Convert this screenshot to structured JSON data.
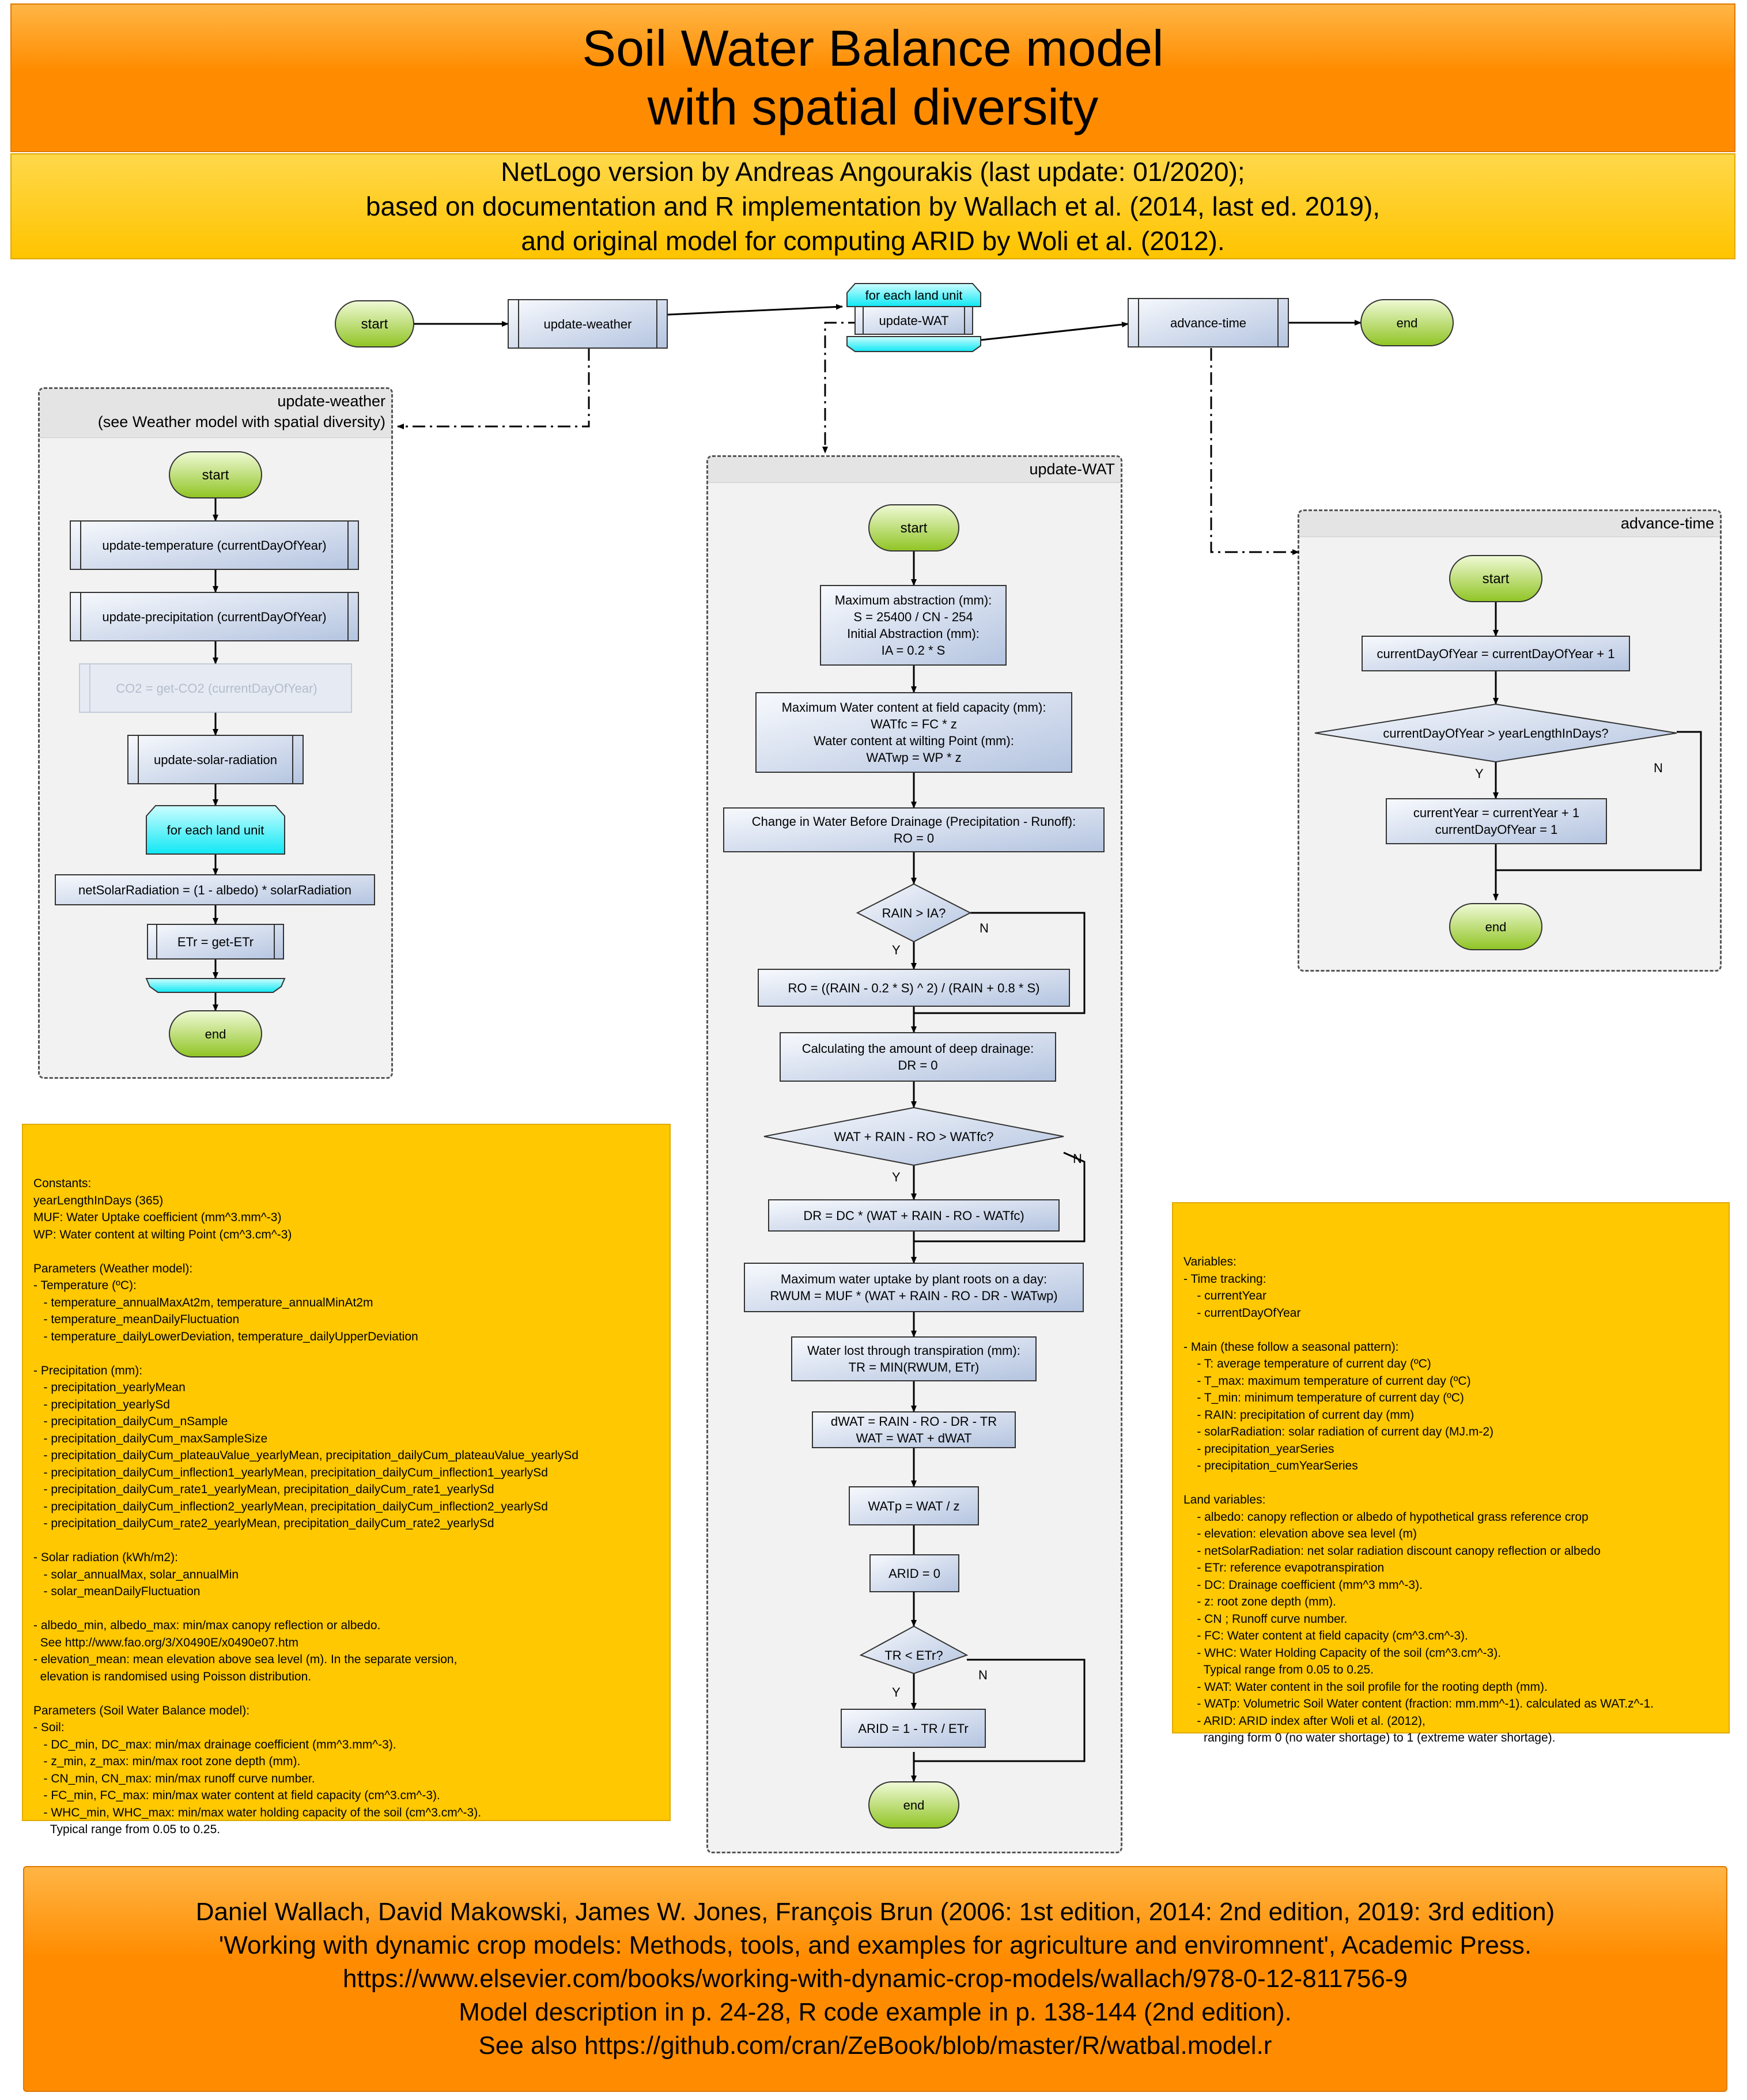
{
  "header": {
    "title_line1": "Soil Water Balance model",
    "title_line2": "with spatial diversity",
    "sub_line1": "NetLogo version by Andreas Angourakis (last update: 01/2020);",
    "sub_line2": "based on documentation and R implementation by Wallach et al. (2014, last ed. 2019),",
    "sub_line3": "and original model for computing ARID by Woli et al. (2012)."
  },
  "main_flow": {
    "start": "start",
    "update_weather": "update-weather",
    "loop_label": "for each land unit",
    "update_wat": "update-WAT",
    "advance_time": "advance-time",
    "end": "end"
  },
  "weather_panel": {
    "title_line1": "update-weather",
    "title_line2": "(see Weather model with spatial diversity)",
    "start": "start",
    "update_temperature": "update-temperature (currentDayOfYear)",
    "update_precipitation": "update-precipitation (currentDayOfYear)",
    "co2": "CO2 = get-CO2 (currentDayOfYear)",
    "update_solar": "update-solar-radiation",
    "loop_label": "for each land unit",
    "net_solar": "netSolarRadiation = (1 - albedo) * solarRadiation",
    "etr": "ETr = get-ETr",
    "end": "end"
  },
  "wat_panel": {
    "title": "update-WAT",
    "start": "start",
    "step1": [
      "Maximum abstraction (mm):",
      "S = 25400 / CN - 254",
      "Initial Abstraction (mm):",
      "IA = 0.2 * S"
    ],
    "step2": [
      "Maximum Water content at field capacity (mm):",
      "WATfc = FC * z",
      "Water content at wilting Point (mm):",
      "WATwp = WP * z"
    ],
    "step3": [
      "Change in Water Before Drainage (Precipitation - Runoff):",
      "RO = 0"
    ],
    "cond1": "RAIN > IA?",
    "step4": "RO = ((RAIN - 0.2 * S) ^ 2) / (RAIN + 0.8 * S)",
    "step5": [
      "Calculating the amount of deep drainage:",
      "DR = 0"
    ],
    "cond2": "WAT + RAIN - RO > WATfc?",
    "step6": "DR = DC * (WAT + RAIN - RO - WATfc)",
    "step7": [
      "Maximum water uptake by plant roots on a day:",
      "RWUM = MUF * (WAT + RAIN - RO - DR - WATwp)"
    ],
    "step8": [
      "Water lost through transpiration (mm):",
      "TR = MIN(RWUM, ETr)"
    ],
    "step9": [
      "dWAT = RAIN - RO - DR - TR",
      "WAT = WAT + dWAT"
    ],
    "step10": "WATp = WAT / z",
    "step11": "ARID = 0",
    "cond3": "TR < ETr?",
    "step12": "ARID = 1 - TR / ETr",
    "end": "end",
    "yes": "Y",
    "no": "N"
  },
  "time_panel": {
    "title": "advance-time",
    "start": "start",
    "step1": "currentDayOfYear = currentDayOfYear + 1",
    "cond": "currentDayOfYear > yearLengthInDays?",
    "step2": [
      "currentYear = currentYear + 1",
      "currentDayOfYear = 1"
    ],
    "end": "end",
    "yes": "Y",
    "no": "N"
  },
  "constants_note": [
    "Constants:",
    "yearLengthInDays (365)",
    "MUF: Water Uptake coefficient (mm^3.mm^-3)",
    "WP: Water content at wilting Point (cm^3.cm^-3)",
    "",
    "Parameters (Weather model):",
    "- Temperature (ºC):",
    "   - temperature_annualMaxAt2m, temperature_annualMinAt2m",
    "   - temperature_meanDailyFluctuation",
    "   - temperature_dailyLowerDeviation, temperature_dailyUpperDeviation",
    "",
    "- Precipitation (mm):",
    "   - precipitation_yearlyMean",
    "   - precipitation_yearlySd",
    "   - precipitation_dailyCum_nSample",
    "   - precipitation_dailyCum_maxSampleSize",
    "   - precipitation_dailyCum_plateauValue_yearlyMean, precipitation_dailyCum_plateauValue_yearlySd",
    "   - precipitation_dailyCum_inflection1_yearlyMean, precipitation_dailyCum_inflection1_yearlySd",
    "   - precipitation_dailyCum_rate1_yearlyMean, precipitation_dailyCum_rate1_yearlySd",
    "   - precipitation_dailyCum_inflection2_yearlyMean, precipitation_dailyCum_inflection2_yearlySd",
    "   - precipitation_dailyCum_rate2_yearlyMean, precipitation_dailyCum_rate2_yearlySd",
    "",
    "- Solar radiation (kWh/m2):",
    "   - solar_annualMax, solar_annualMin",
    "   - solar_meanDailyFluctuation",
    "",
    "- albedo_min, albedo_max: min/max canopy reflection or albedo.",
    "  See http://www.fao.org/3/X0490E/x0490e07.htm",
    "- elevation_mean: mean elevation above sea level (m). In the separate version,",
    "  elevation is randomised using Poisson distribution.",
    "",
    "Parameters (Soil Water Balance model):",
    "- Soil:",
    "   - DC_min, DC_max: min/max drainage coefficient (mm^3.mm^-3).",
    "   - z_min, z_max: min/max root zone depth (mm).",
    "   - CN_min, CN_max: min/max runoff curve number.",
    "   - FC_min, FC_max: min/max water content at field capacity (cm^3.cm^-3).",
    "   - WHC_min, WHC_max: min/max water holding capacity of the soil (cm^3.cm^-3).",
    "     Typical range from 0.05 to 0.25."
  ],
  "variables_note": [
    "Variables:",
    "- Time tracking:",
    "    - currentYear",
    "    - currentDayOfYear",
    "",
    "- Main (these follow a seasonal pattern):",
    "    - T: average temperature of current day (ºC)",
    "    - T_max: maximum temperature of current day (ºC)",
    "    - T_min: minimum temperature of current day (ºC)",
    "    - RAIN: precipitation of current day (mm)",
    "    - solarRadiation: solar radiation of current day (MJ.m-2)",
    "    - precipitation_yearSeries",
    "    - precipitation_cumYearSeries",
    "",
    "Land variables:",
    "    - albedo: canopy reflection or albedo of hypothetical grass reference crop",
    "    - elevation: elevation above sea level (m)",
    "    - netSolarRadiation: net solar radiation discount canopy reflection or albedo",
    "    - ETr: reference evapotranspiration",
    "    - DC: Drainage coefficient (mm^3 mm^-3).",
    "    - z: root zone depth (mm).",
    "    - CN ; Runoff curve number.",
    "    - FC: Water content at field capacity (cm^3.cm^-3).",
    "    - WHC: Water Holding Capacity of the soil (cm^3.cm^-3).",
    "      Typical range from 0.05 to 0.25.",
    "    - WAT: Water content in the soil profile for the rooting depth (mm).",
    "    - WATp: Volumetric Soil Water content (fraction: mm.mm^-1). calculated as WAT.z^-1.",
    "    - ARID: ARID index after Woli et al. (2012),",
    "      ranging form 0 (no water shortage) to 1 (extreme water shortage)."
  ],
  "reference": [
    "Daniel Wallach, David Makowski, James W. Jones, François Brun (2006: 1st edition, 2014: 2nd edition, 2019: 3rd edition)",
    "'Working with dynamic crop models: Methods, tools, and examples for agriculture and enviromnent', Academic Press.",
    "https://www.elsevier.com/books/working-with-dynamic-crop-models/wallach/978-0-12-811756-9",
    "Model description in p. 24-28, R code example in p. 138-144 (2nd edition).",
    "See also https://github.com/cran/ZeBook/blob/master/R/watbal.model.r"
  ]
}
